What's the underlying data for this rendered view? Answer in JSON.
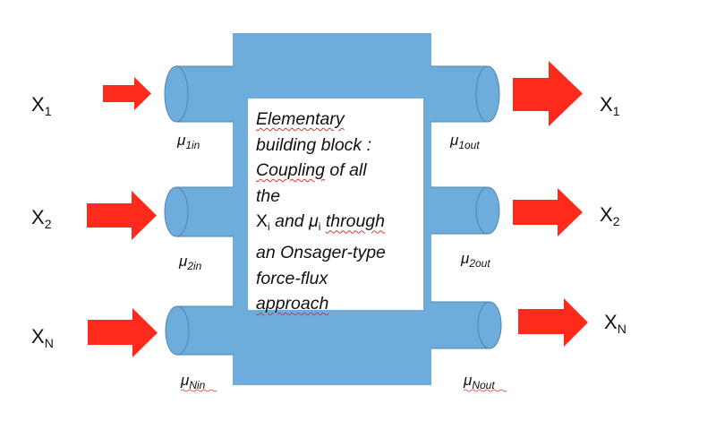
{
  "colors": {
    "block_fill": "#6eaddb",
    "block_stroke": "#4e86b3",
    "arrow_fill": "#fe2a1c",
    "text": "#111111",
    "spellcheck": "#e0332f"
  },
  "inputs": [
    {
      "label": "X",
      "sub": "1",
      "potential": "μ",
      "potential_sub": "1in"
    },
    {
      "label": "X",
      "sub": "2",
      "potential": "μ",
      "potential_sub": "2in"
    },
    {
      "label": "X",
      "sub": "N",
      "potential": "μ",
      "potential_sub": "Nin"
    }
  ],
  "outputs": [
    {
      "label": "X",
      "sub": "1",
      "potential": "μ",
      "potential_sub": "1out"
    },
    {
      "label": "X",
      "sub": "2",
      "potential": "μ",
      "potential_sub": "2out"
    },
    {
      "label": "X",
      "sub": "N",
      "potential": "μ",
      "potential_sub": "Nout"
    }
  ],
  "center_text": {
    "line1": "Elementary",
    "line2": "building block :",
    "line3_a": "Coupling",
    "line3_b": " of all",
    "line4": "the",
    "line5_x": "X",
    "line5_xsub": "i",
    "line5_and": " and ",
    "line5_mu": "μ",
    "line5_musub": "i",
    "line5_space": " ",
    "line5_through": "through",
    "line6": "an Onsager-type",
    "line7": "force-flux",
    "line8": "approach"
  }
}
